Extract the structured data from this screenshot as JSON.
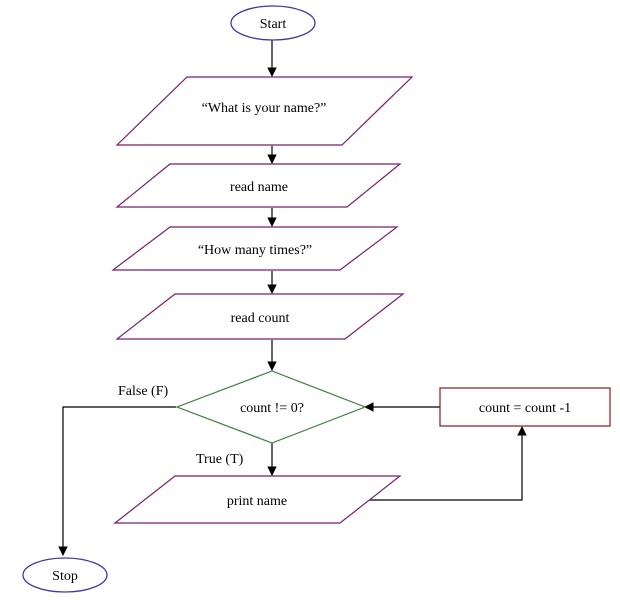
{
  "nodes": {
    "start": "Start",
    "prompt_name": "“What is your name?”",
    "read_name": "read name",
    "prompt_times": "“How many times?”",
    "read_count": "read count",
    "decision": "count != 0?",
    "print_name": "print name",
    "decrement": "count = count -1",
    "stop": "Stop"
  },
  "edge_labels": {
    "false": "False (F)",
    "true": "True (T)"
  },
  "colors": {
    "terminal_stroke": "#3a3aa8",
    "io_stroke": "#7a1f6b",
    "decision_stroke": "#3f7f3f",
    "process_stroke": "#8b1a1a",
    "edge": "#000000"
  }
}
